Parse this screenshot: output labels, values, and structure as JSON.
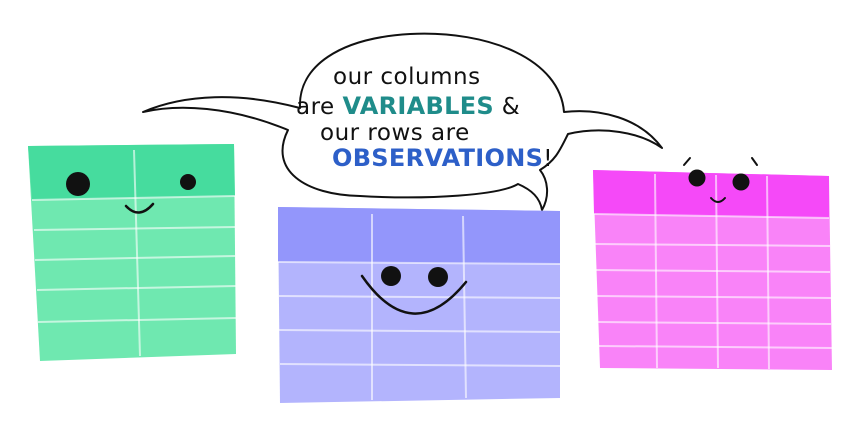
{
  "speech_bubble": {
    "line1": "our columns",
    "line2_prefix": "are ",
    "line2_emphasis": "VARIABLES",
    "line2_suffix": " &",
    "line3": "our rows are",
    "line4_emphasis": "OBSERVATIONS",
    "line4_suffix": "!"
  },
  "colors": {
    "green_table_header": "#46dc9e",
    "green_table_body": "#6fe8b0",
    "purple_table_header": "#9396fb",
    "purple_table_body": "#b3b4fd",
    "pink_table_header": "#f549f8",
    "pink_table_body": "#f983f8",
    "variables_text": "#1f8c8a",
    "observations_text": "#2d5fc8",
    "outline": "#111111"
  }
}
